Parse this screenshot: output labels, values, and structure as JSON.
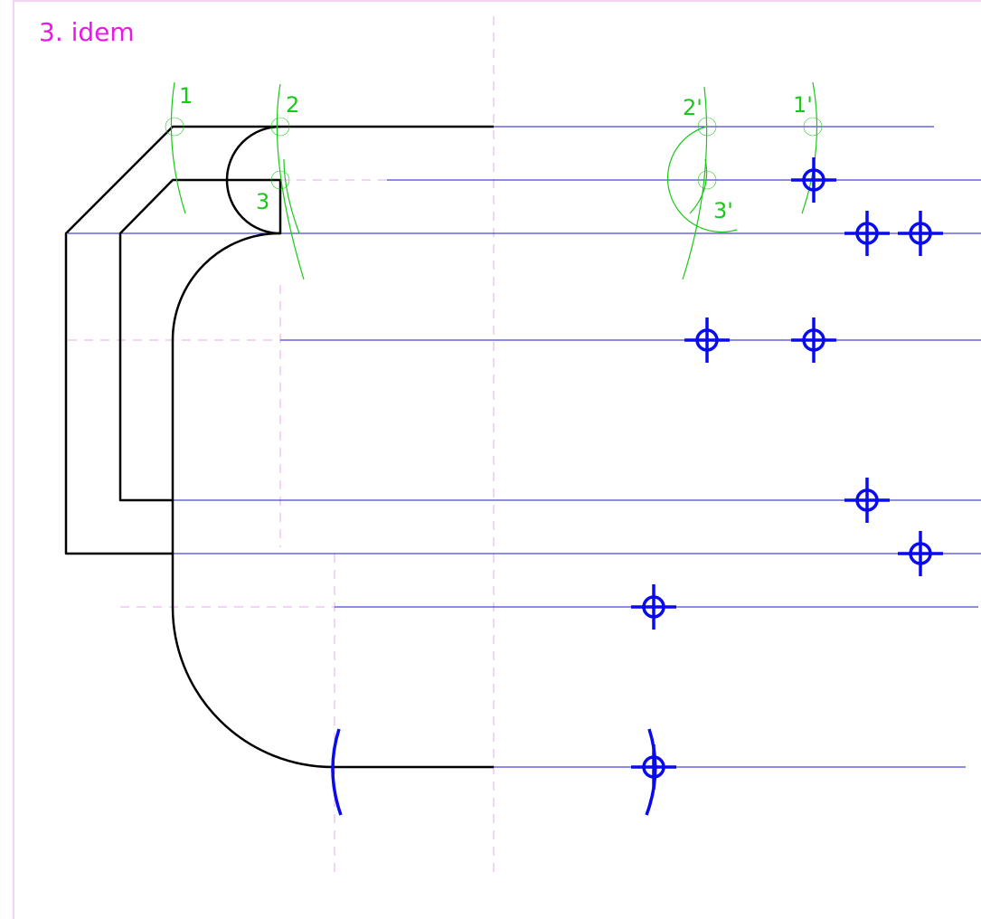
{
  "title": "3. idem",
  "labels": {
    "p1": "1",
    "p2": "2",
    "p3": "3",
    "p1_prime": "1'",
    "p2_prime": "2'",
    "p3_prime": "3'"
  },
  "colors": {
    "title": "#e619e6",
    "construction": "#19c819",
    "projection": "#1a1acc",
    "marker": "#0a0aee",
    "outline": "#000000",
    "guide": "#e8a8e8"
  },
  "icons": {
    "marker": "crosshair-circle-icon",
    "arc": "intersection-arc-icon"
  }
}
